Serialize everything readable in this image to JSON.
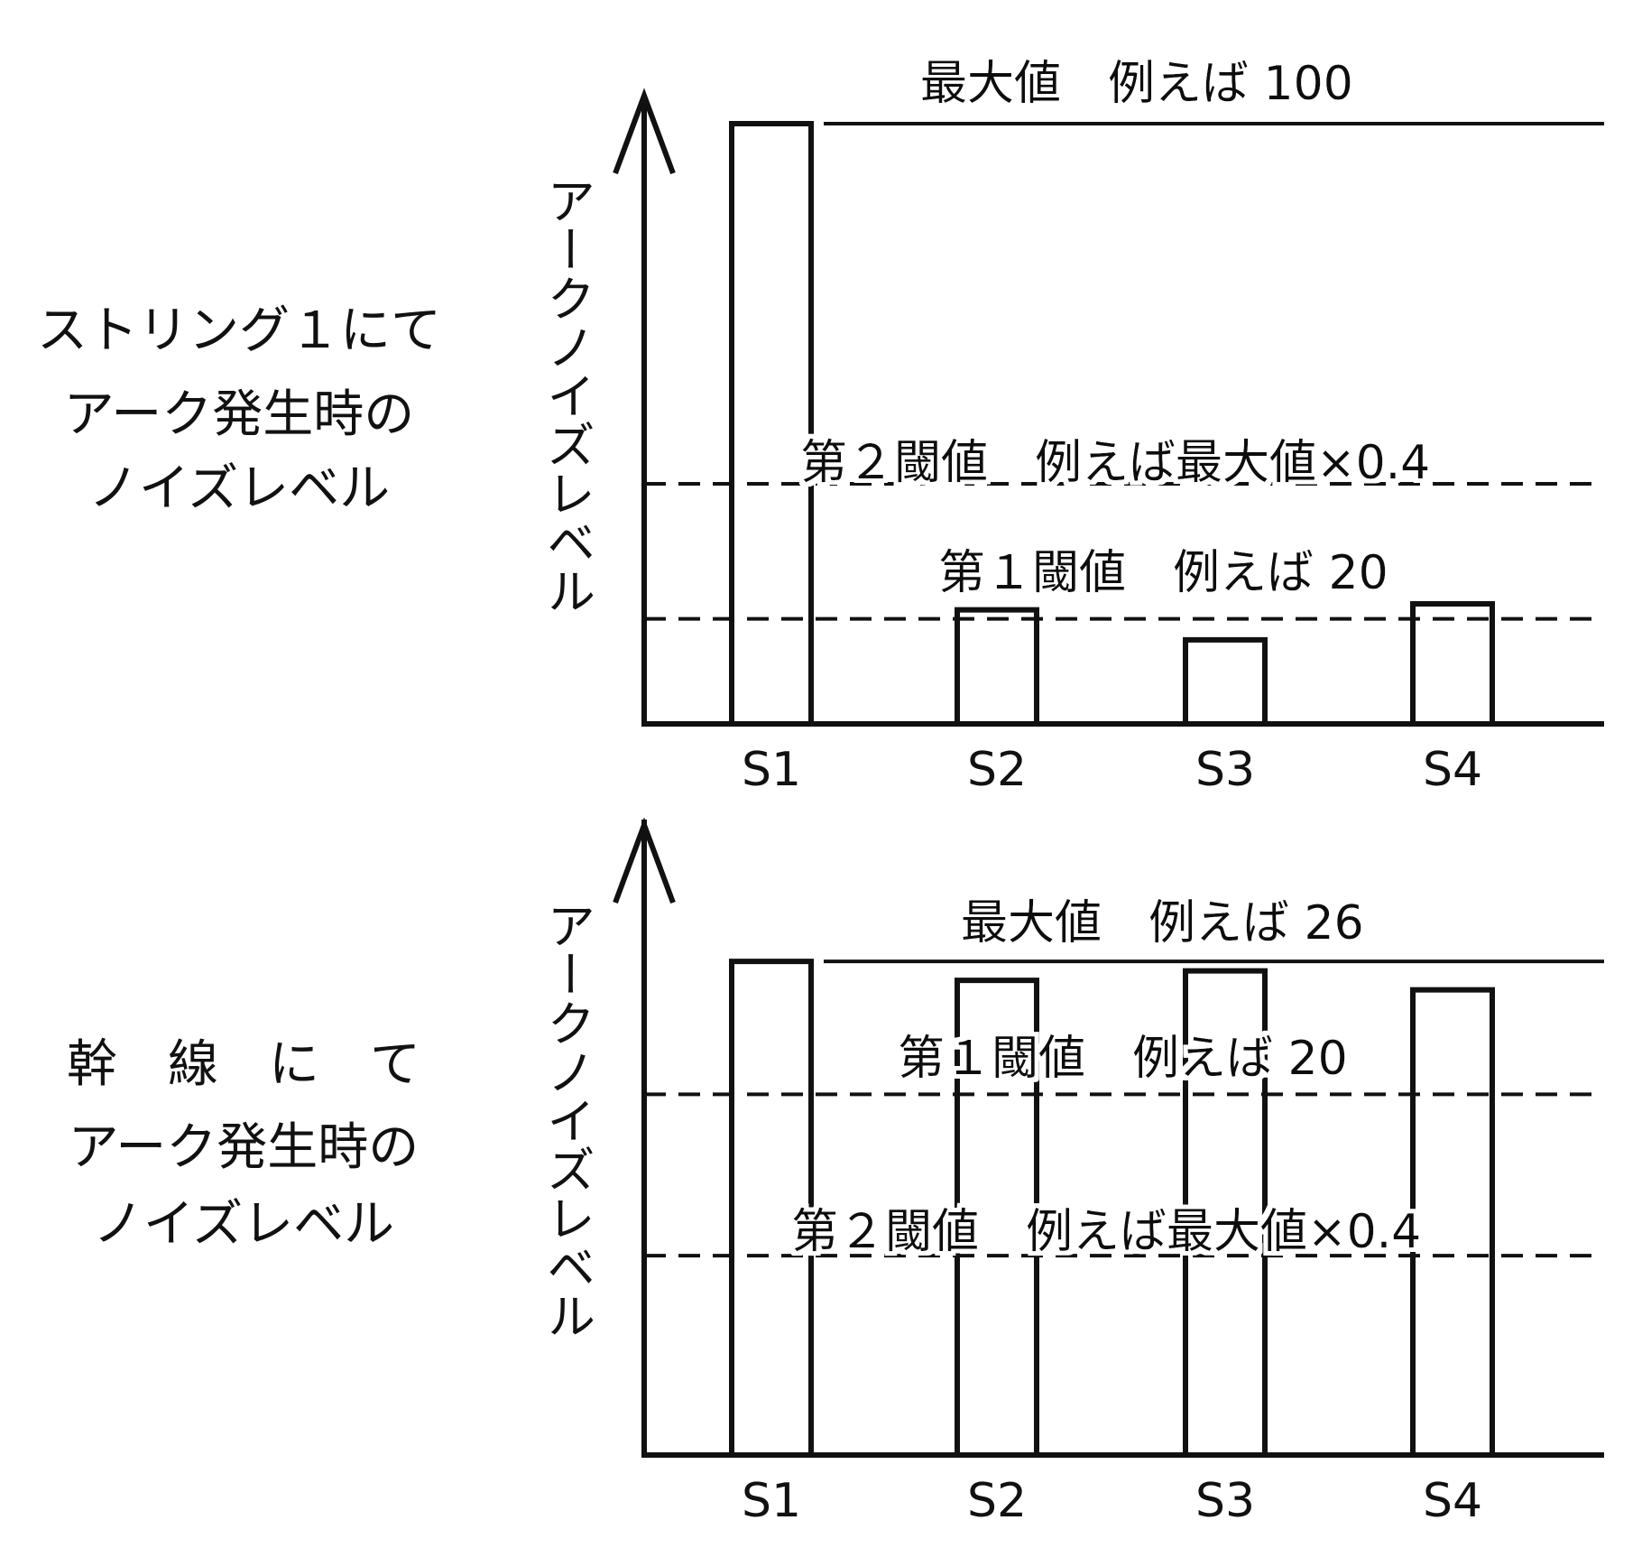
{
  "chart_data": [
    {
      "type": "bar",
      "side_label": [
        "ストリング１にて",
        "アーク発生時の",
        "ノイズレベル"
      ],
      "ylabel": "アークノイズレベル",
      "categories": [
        "S1",
        "S2",
        "S3",
        "S4"
      ],
      "values": [
        100,
        19,
        14,
        20
      ],
      "max_label": "最大値　例えば 100",
      "thresholds": [
        {
          "label": "第２閾値　例えば最大値×0.4",
          "value": 40
        },
        {
          "label": "第１閾値　例えば 20",
          "value": 17.5
        }
      ],
      "ylim": [
        0,
        110
      ]
    },
    {
      "type": "bar",
      "side_label": [
        "幹　線　に　て",
        "アーク発生時の",
        "ノイズレベル"
      ],
      "ylabel": "アークノイズレベル",
      "categories": [
        "S1",
        "S2",
        "S3",
        "S4"
      ],
      "values": [
        26,
        25,
        25.5,
        24.5
      ],
      "max_label": "最大値　例えば 26",
      "thresholds": [
        {
          "label": "第１閾値　例えば 20",
          "value": 19
        },
        {
          "label": "第２閾値　例えば最大値×0.4",
          "value": 10.5
        }
      ],
      "ylim": [
        0,
        28.5
      ]
    }
  ],
  "colors": {
    "ink": "#111111",
    "background": "#ffffff"
  }
}
